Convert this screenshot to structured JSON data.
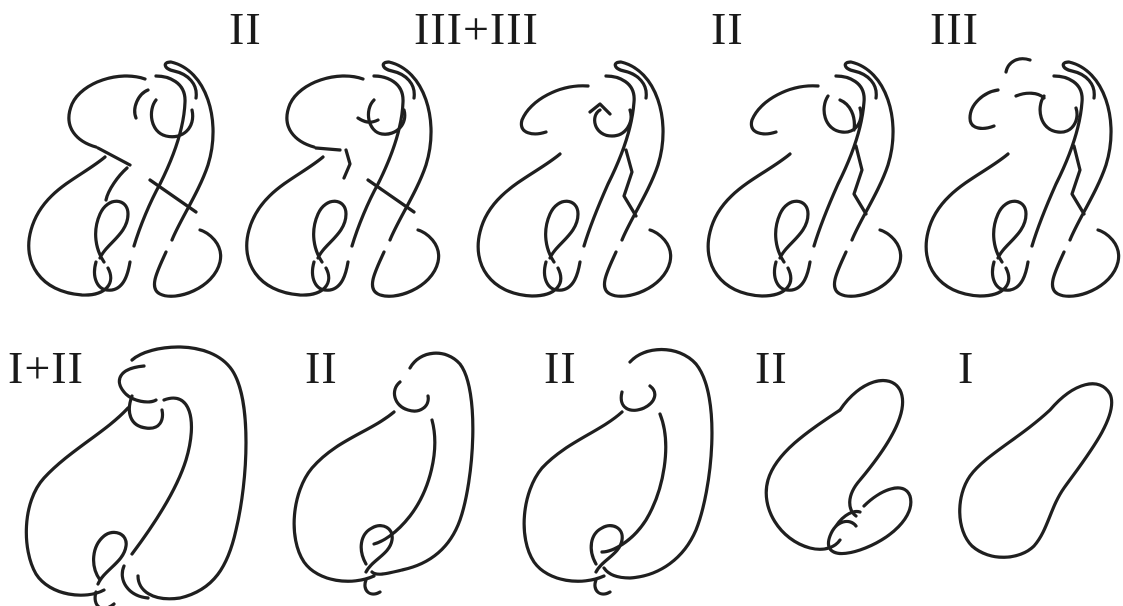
{
  "figure": {
    "move_labels": [
      "II",
      "III+III",
      "II",
      "III",
      "I+II",
      "II",
      "II",
      "II",
      "I"
    ],
    "colors": {
      "stroke": "#1f1f1f",
      "text": "#1a1a1a",
      "background": "#ffffff"
    }
  }
}
